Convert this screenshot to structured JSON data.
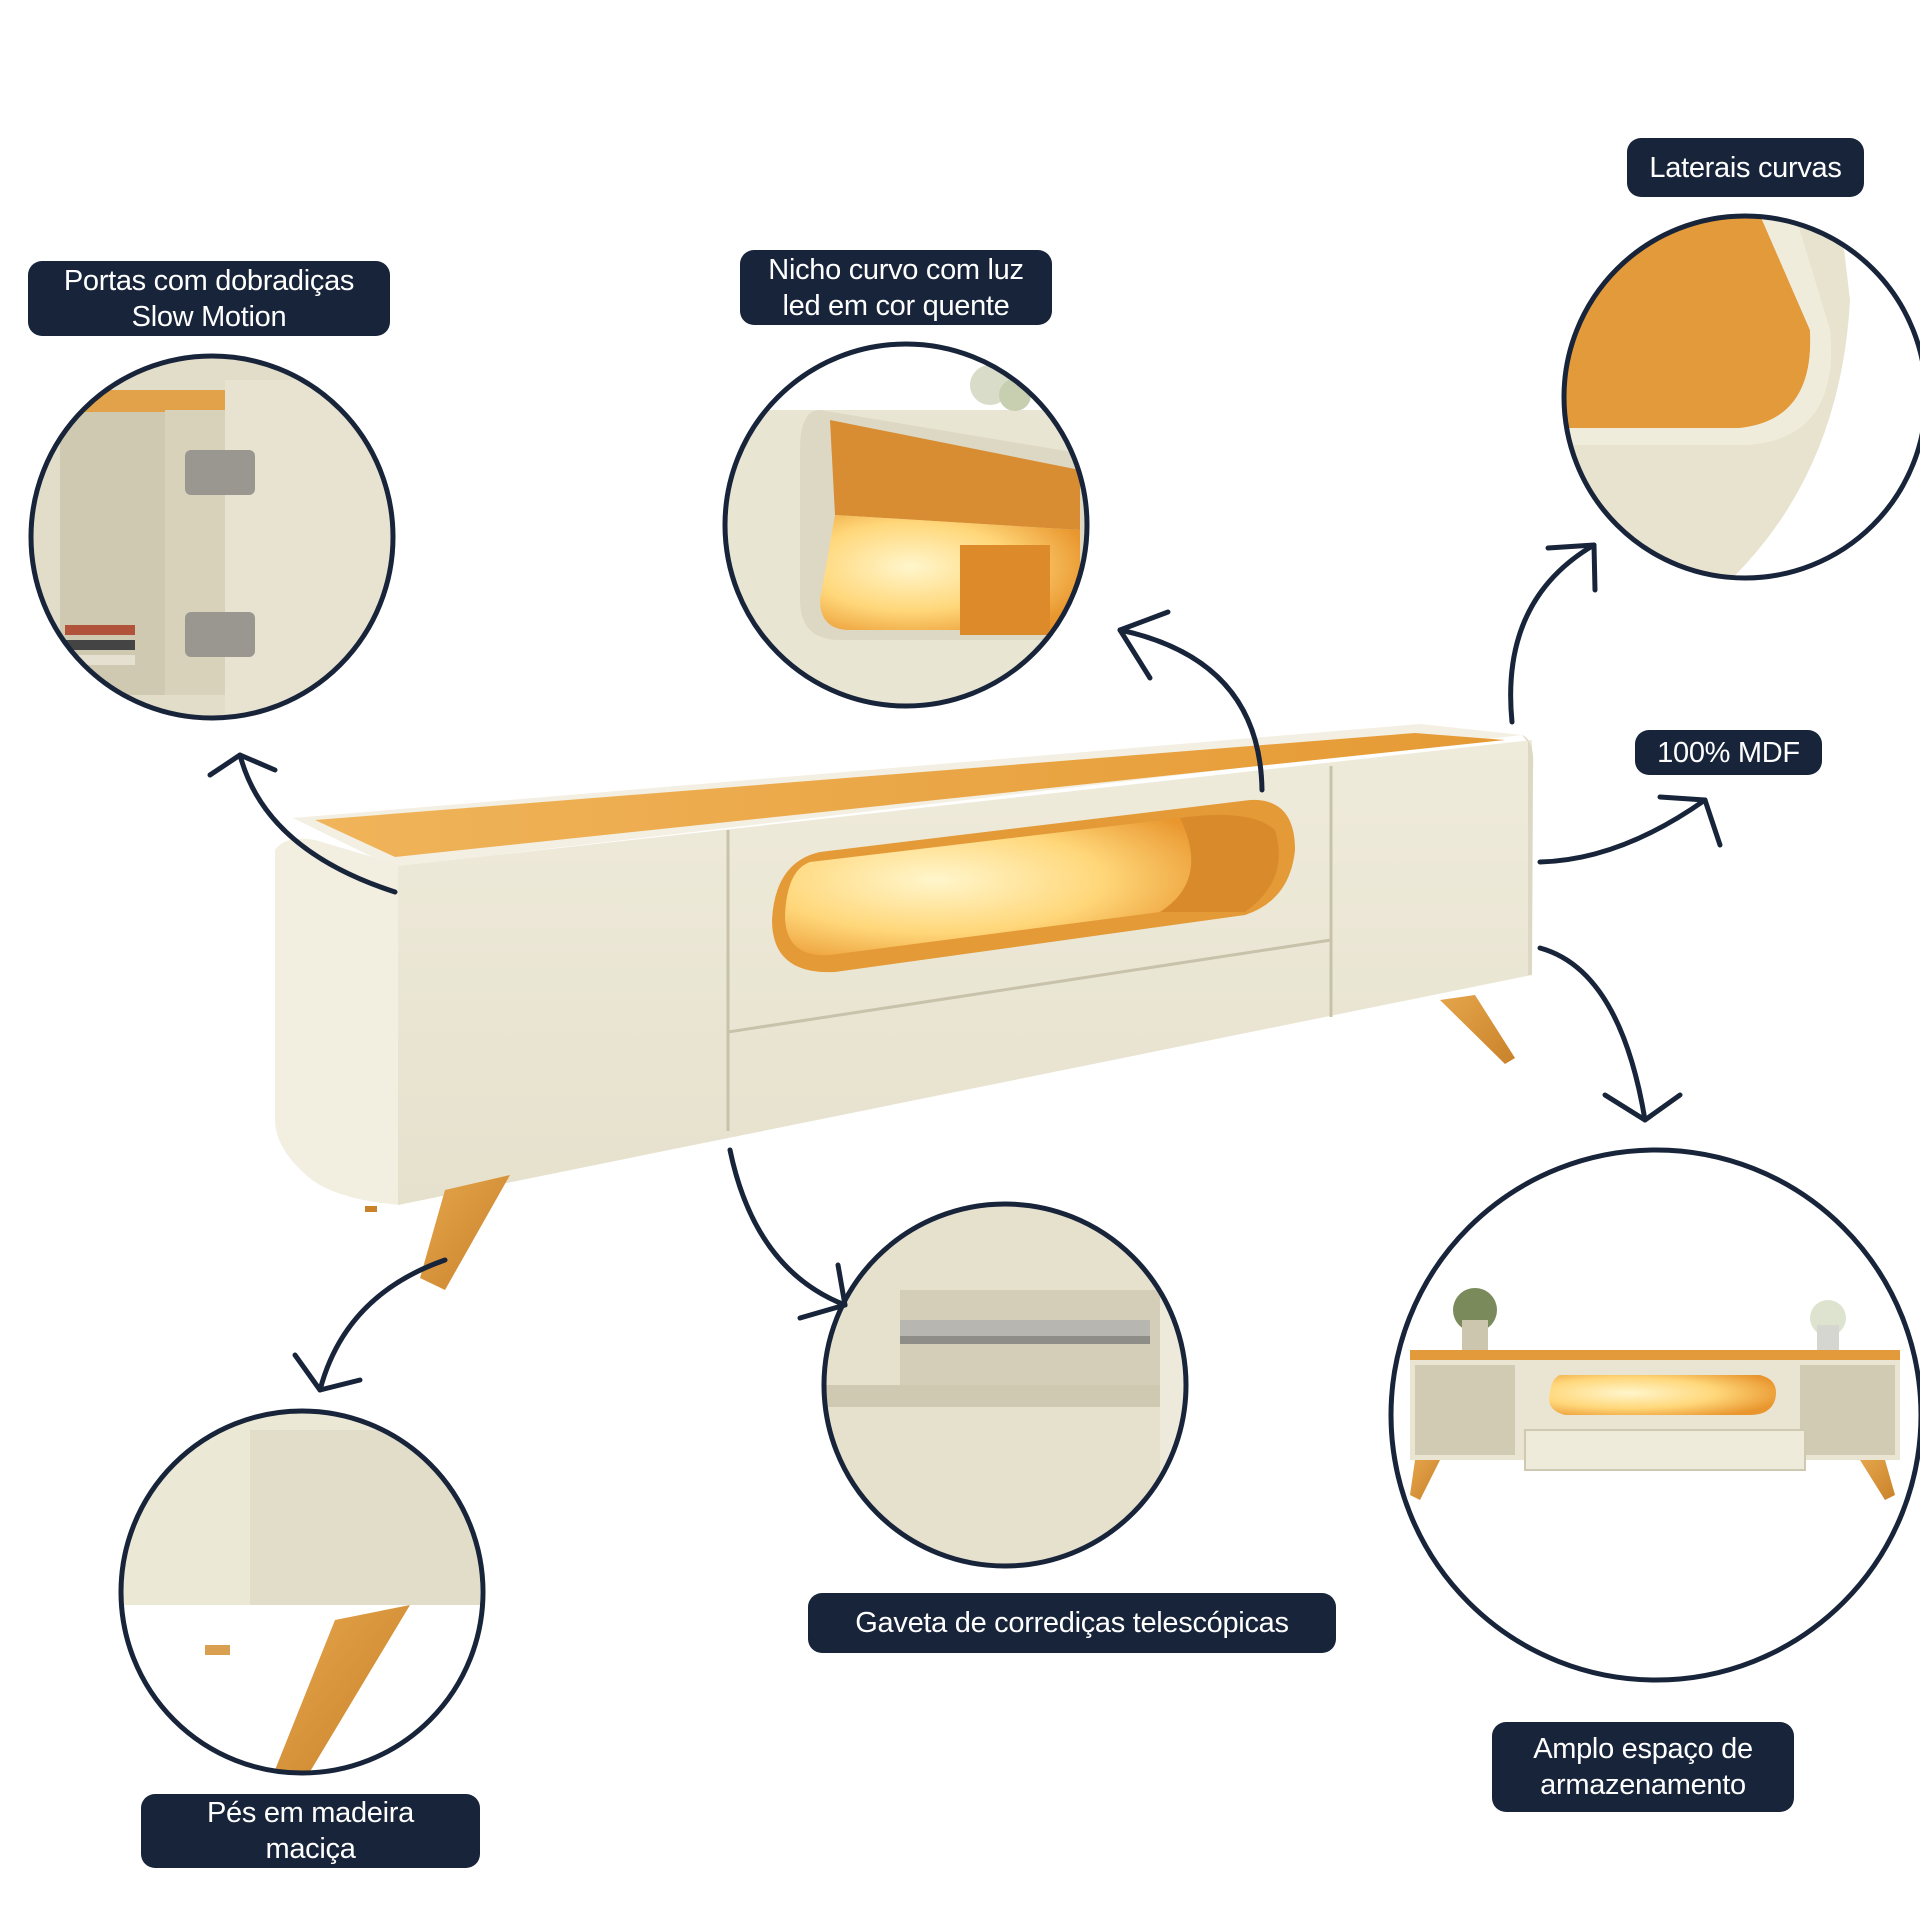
{
  "callouts": {
    "hinges": {
      "lines": [
        "Portas com dobradiças",
        "Slow Motion"
      ]
    },
    "niche": {
      "lines": [
        "Nicho curvo com luz",
        "led em cor quente"
      ]
    },
    "sides": {
      "lines": [
        "Laterais curvas"
      ]
    },
    "material": {
      "lines": [
        "100% MDF"
      ]
    },
    "drawer": {
      "lines": [
        "Gaveta de corrediças telescópicas"
      ]
    },
    "feet": {
      "lines": [
        "Pés em madeira",
        "maciça"
      ]
    },
    "storage": {
      "lines": [
        "Amplo espaço de",
        "armazenamento"
      ]
    }
  },
  "colors": {
    "label_bg": "#18243a",
    "label_text": "#ffffff",
    "circle_outline": "#18243a",
    "arrow": "#18243a",
    "cabinet_body": "#ece8d6",
    "wood": "#e39a3a",
    "led_glow": "#ffd77a"
  },
  "icons": [
    "arrow-icon"
  ]
}
